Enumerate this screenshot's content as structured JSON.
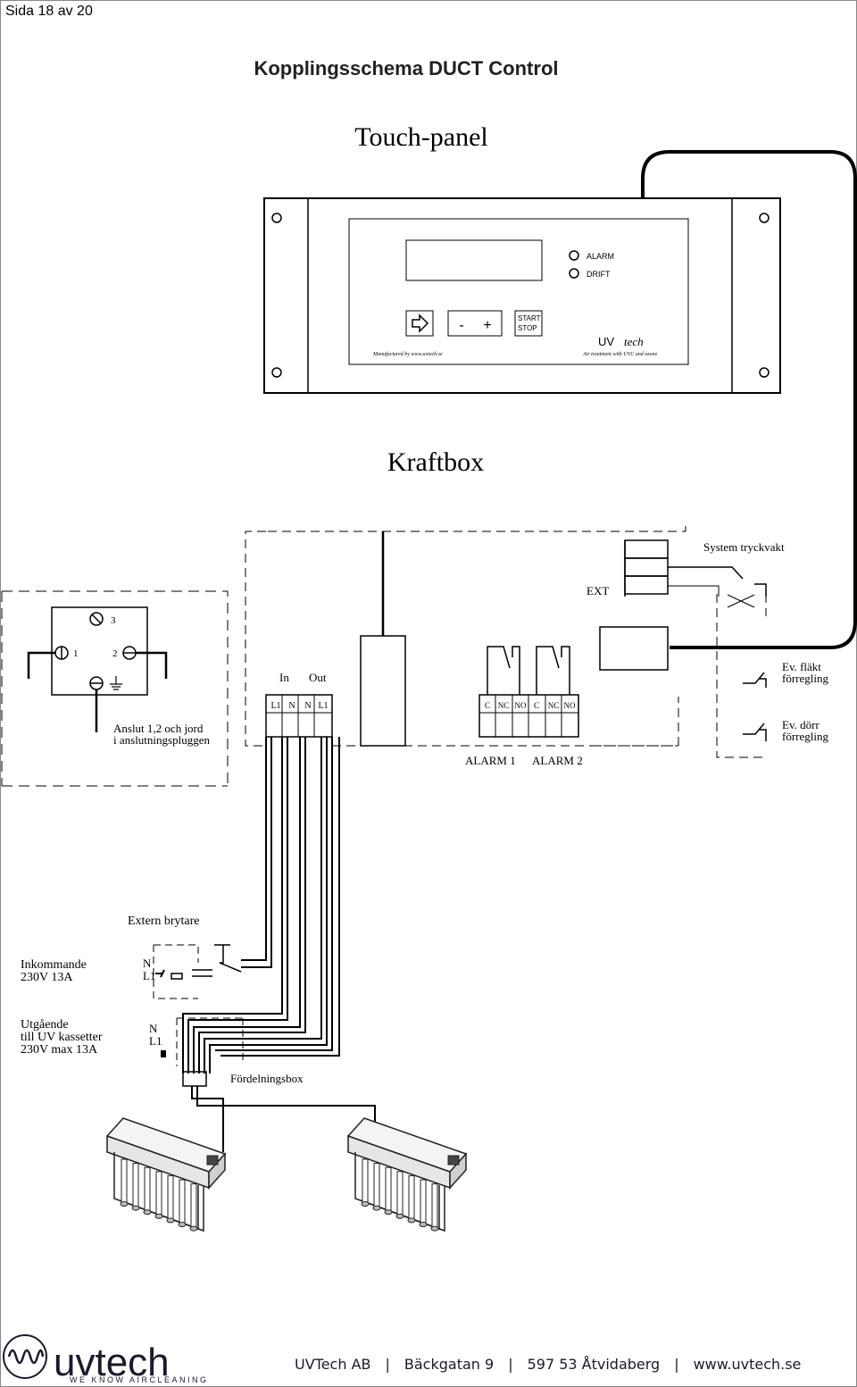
{
  "page_label": "Sida 18 av 20",
  "title": "Kopplingsschema DUCT Control",
  "touch_panel": {
    "heading": "Touch-panel",
    "alarm_label": "ALARM",
    "drift_label": "DRIFT",
    "minus_label": "-",
    "plus_label": "+",
    "start_label": "START",
    "stop_label": "STOP",
    "brand_uv": "UV",
    "brand_tech": "tech",
    "manufactured": "Manufactured by www.uvtech.se",
    "tagline": "Air treatment with UVC and ozone"
  },
  "kraftbox": {
    "heading": "Kraftbox",
    "system_tryckvakt": "System tryckvakt",
    "ext": "EXT",
    "plug_3": "3",
    "plug_1": "1",
    "plug_2": "2",
    "plug_note_1": "Anslut 1,2 och jord",
    "plug_note_2": "i anslutningspluggen",
    "in": "In",
    "out": "Out",
    "terminals_power": [
      "L1",
      "N",
      "N",
      "L1"
    ],
    "terminals_alarm": [
      "C",
      "NC",
      "NO",
      "C",
      "NC",
      "NO"
    ],
    "alarm1": "ALARM 1",
    "alarm2": "ALARM 2",
    "flakt_1": "Ev. fläkt",
    "flakt_2": "förregling",
    "dorr_1": "Ev. dörr",
    "dorr_2": "förregling"
  },
  "extern": {
    "brytare": "Extern brytare",
    "inkommande_1": "Inkommande",
    "inkommande_2": "230V 13A",
    "n_in": "N",
    "l1_in": "L1",
    "utgaende_1": "Utgående",
    "utgaende_2": "till UV kassetter",
    "utgaende_3": "230V max 13A",
    "n_out": "N",
    "l1_out": "L1",
    "fordelningsbox": "Fördelningsbox"
  },
  "footer": {
    "logo_text": "uvtech",
    "logo_tagline": "WE KNOW AIRCLEANING",
    "company": "UVTech AB",
    "address": "Bäckgatan 9",
    "city": "597 53 Åtvidaberg",
    "web": "www.uvtech.se",
    "brand_color": "#1a1a2e"
  }
}
